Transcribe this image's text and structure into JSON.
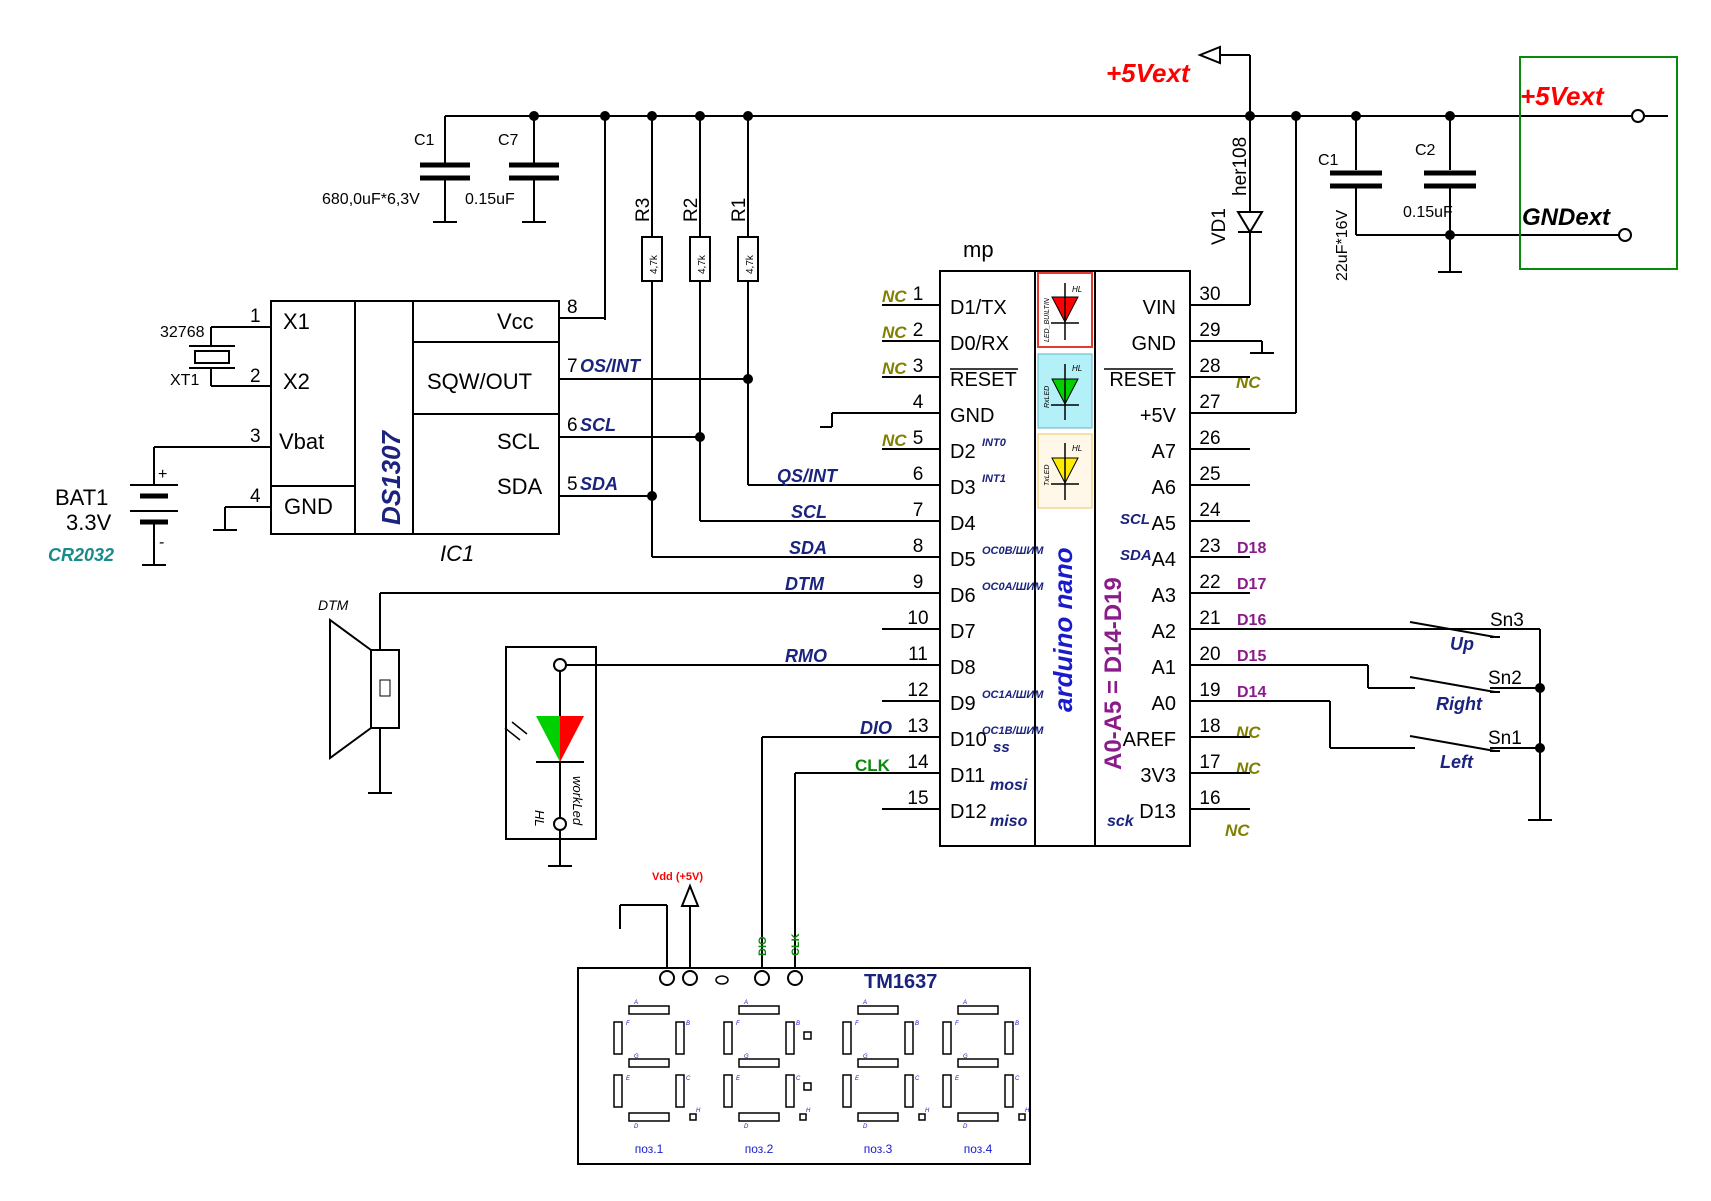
{
  "power": {
    "ext_label_top": "+5Vext",
    "ext_out_label": "+5Vext",
    "gnd_out_label": "GNDext",
    "vdd_label": "Vdd (+5V)"
  },
  "caps": {
    "c1_left": {
      "name": "C1",
      "value": "680,0uF*6,3V"
    },
    "c7": {
      "name": "C7",
      "value": "0.15uF"
    },
    "c1_right": {
      "name": "C1",
      "value": "22uF*16V"
    },
    "c2": {
      "name": "C2",
      "value": "0.15uF"
    }
  },
  "resistors": [
    {
      "name": "R3",
      "value": "4,7k"
    },
    {
      "name": "R2",
      "value": "4,7k"
    },
    {
      "name": "R1",
      "value": "4,7k"
    }
  ],
  "diode": {
    "name": "VD1",
    "value": "her108"
  },
  "rtc": {
    "chip": "DS1307",
    "ref": "IC1",
    "crystal_freq": "32768",
    "crystal_ref": "XT1",
    "left_pins": [
      {
        "num": "1",
        "name": "X1"
      },
      {
        "num": "2",
        "name": "X2"
      },
      {
        "num": "3",
        "name": "Vbat"
      },
      {
        "num": "4",
        "name": "GND"
      }
    ],
    "right_pins": [
      {
        "num": "8",
        "name": "Vcc",
        "net": ""
      },
      {
        "num": "7",
        "name": "SQW/OUT",
        "net": "OS/INT"
      },
      {
        "num": "6",
        "name": "SCL",
        "net": "SCL"
      },
      {
        "num": "5",
        "name": "SDA",
        "net": "SDA"
      }
    ]
  },
  "battery": {
    "name": "BAT1",
    "voltage": "3.3V",
    "type": "CR2032",
    "plus": "+",
    "minus": "-"
  },
  "nano": {
    "ref": "mp",
    "title": "arduino nano",
    "alias": "A0-A5 = D14-D19",
    "leds": [
      {
        "hl": "HL",
        "label": "LED_BUILTIN"
      },
      {
        "hl": "HL",
        "label": "RxLED"
      },
      {
        "hl": "HL",
        "label": "TxLED"
      }
    ],
    "left_pins": [
      {
        "num": "1",
        "name": "D1/TX",
        "net": "NC",
        "sub": ""
      },
      {
        "num": "2",
        "name": "D0/RX",
        "net": "NC",
        "sub": ""
      },
      {
        "num": "3",
        "name": "RESET",
        "net": "NC",
        "sub": ""
      },
      {
        "num": "4",
        "name": "GND",
        "net": "",
        "sub": ""
      },
      {
        "num": "5",
        "name": "D2",
        "net": "NC",
        "sub": "INT0"
      },
      {
        "num": "6",
        "name": "D3",
        "net": "QS/INT",
        "sub": "INT1"
      },
      {
        "num": "7",
        "name": "D4",
        "net": "SCL",
        "sub": ""
      },
      {
        "num": "8",
        "name": "D5",
        "net": "SDA",
        "sub": "OC0B/ШИМ"
      },
      {
        "num": "9",
        "name": "D6",
        "net": "DTM",
        "sub": "OC0A/ШИМ"
      },
      {
        "num": "10",
        "name": "D7",
        "net": "",
        "sub": ""
      },
      {
        "num": "11",
        "name": "D8",
        "net": "RMO",
        "sub": ""
      },
      {
        "num": "12",
        "name": "D9",
        "net": "",
        "sub": "OC1A/ШИМ"
      },
      {
        "num": "13",
        "name": "D10",
        "net": "DIO",
        "sub": "OC1B/ШИМ",
        "sub2": "ss"
      },
      {
        "num": "14",
        "name": "D11",
        "net": "CLK",
        "sub": "mosi"
      },
      {
        "num": "15",
        "name": "D12",
        "net": "",
        "sub": "miso"
      }
    ],
    "right_pins": [
      {
        "num": "30",
        "name": "VIN",
        "net": "",
        "pre": "",
        "dn": ""
      },
      {
        "num": "29",
        "name": "GND",
        "net": "",
        "pre": "",
        "dn": ""
      },
      {
        "num": "28",
        "name": "RESET",
        "net": "NC",
        "pre": "",
        "dn": ""
      },
      {
        "num": "27",
        "name": "+5V",
        "net": "",
        "pre": "",
        "dn": ""
      },
      {
        "num": "26",
        "name": "A7",
        "net": "",
        "pre": "",
        "dn": ""
      },
      {
        "num": "25",
        "name": "A6",
        "net": "",
        "pre": "",
        "dn": ""
      },
      {
        "num": "24",
        "name": "A5",
        "net": "",
        "pre": "SCL",
        "dn": ""
      },
      {
        "num": "23",
        "name": "A4",
        "net": "",
        "pre": "SDA",
        "dn": "D18"
      },
      {
        "num": "22",
        "name": "A3",
        "net": "",
        "pre": "",
        "dn": "D17"
      },
      {
        "num": "21",
        "name": "A2",
        "net": "",
        "pre": "",
        "dn": "D16"
      },
      {
        "num": "20",
        "name": "A1",
        "net": "",
        "pre": "",
        "dn": "D15"
      },
      {
        "num": "19",
        "name": "A0",
        "net": "",
        "pre": "",
        "dn": "D14"
      },
      {
        "num": "18",
        "name": "AREF",
        "net": "NC",
        "pre": "",
        "dn": ""
      },
      {
        "num": "17",
        "name": "3V3",
        "net": "NC",
        "pre": "",
        "dn": ""
      },
      {
        "num": "16",
        "name": "D13",
        "net": "NC",
        "pre": "sck",
        "dn": ""
      }
    ]
  },
  "buttons": [
    {
      "ref": "Sn3",
      "label": "Up"
    },
    {
      "ref": "Sn2",
      "label": "Right"
    },
    {
      "ref": "Sn1",
      "label": "Left"
    }
  ],
  "speaker": {
    "label": "DTM"
  },
  "work_led": {
    "hl": "HL",
    "label": "workLed"
  },
  "display": {
    "title": "TM1637",
    "dio": "DIO",
    "clk": "CLK",
    "positions": [
      "поз.1",
      "поз.2",
      "поз.3",
      "поз.4"
    ],
    "seg_letters": [
      "A",
      "B",
      "C",
      "D",
      "E",
      "F",
      "G",
      "H"
    ]
  },
  "colors": {
    "wire": "#000000",
    "net_label": "#1a237e",
    "nc": "#808000",
    "dpin": "#8b1a8b",
    "power": "#ff0000",
    "ext_box": "#0a8a0a",
    "title": "#1a1acd"
  }
}
